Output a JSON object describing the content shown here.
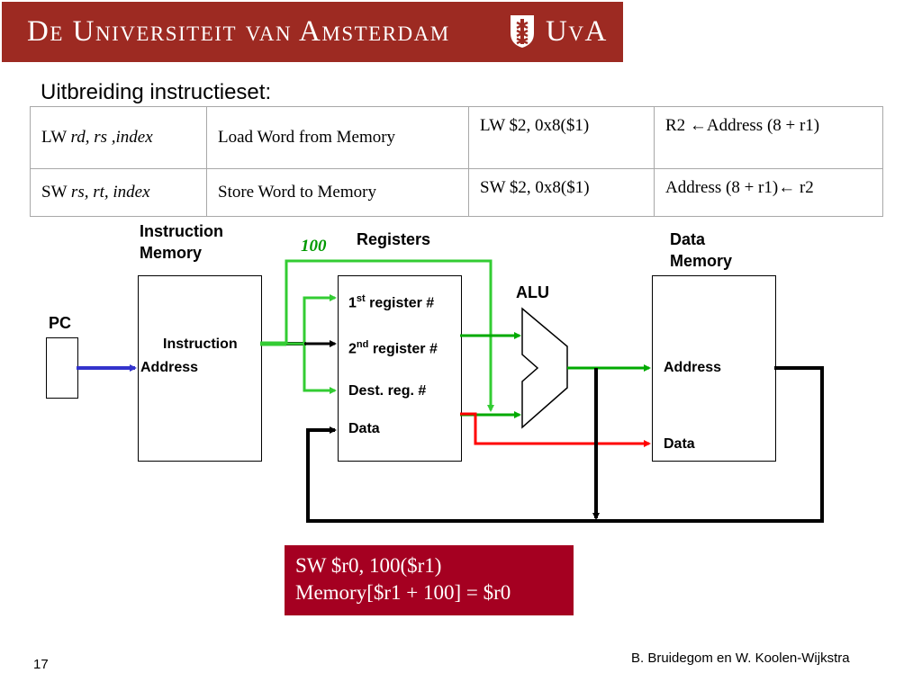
{
  "banner": {
    "text_left": "De Universiteit van Amsterdam",
    "text_right": "UvA",
    "logo_icon": "uva-crest-icon",
    "color": "#9d2a22"
  },
  "heading": "Uitbreiding instructieset:",
  "table": {
    "rows": [
      {
        "op": "LW",
        "args": "rd, rs ,index",
        "desc": "Load Word from Memory",
        "example": "LW $2, 0x8($1)",
        "effect": "R2 ←Address (8 + r1)"
      },
      {
        "op": "SW",
        "args": "rs, rt, index",
        "desc": "Store Word to Memory",
        "example": "SW $2, 0x8($1)",
        "effect": "Address (8 + r1)← r2"
      }
    ]
  },
  "diagram": {
    "instruction_memory_label_1": "Instruction",
    "instruction_memory_label_2": "Memory",
    "registers_label": "Registers",
    "data_memory_label_1": "Data",
    "data_memory_label_2": "Memory",
    "immediate_value": "100",
    "pc_label": "PC",
    "alu_label": "ALU",
    "im_port_1": "Instruction",
    "im_port_2": "Address",
    "reg_port_1_num": "1",
    "reg_port_1_sup": "st",
    "reg_port_1_text": "register #",
    "reg_port_2_num": "2",
    "reg_port_2_sup": "nd",
    "reg_port_2_text": "register #",
    "reg_port_dest": "Dest. reg. #",
    "reg_port_data": "Data",
    "dm_port_address": "Address",
    "dm_port_data": "Data",
    "colors": {
      "green": "#00aa00",
      "light_green": "#33cc33",
      "red": "#ff0000",
      "blue": "#3333cc",
      "black": "#000000"
    }
  },
  "note": {
    "line1": "SW $r0, 100($r1)",
    "line2": "Memory[$r1 + 100] = $r0",
    "color": "#a50021"
  },
  "footer": {
    "slide_number": "17",
    "authors": "B. Bruidegom en W. Koolen-Wijkstra"
  }
}
